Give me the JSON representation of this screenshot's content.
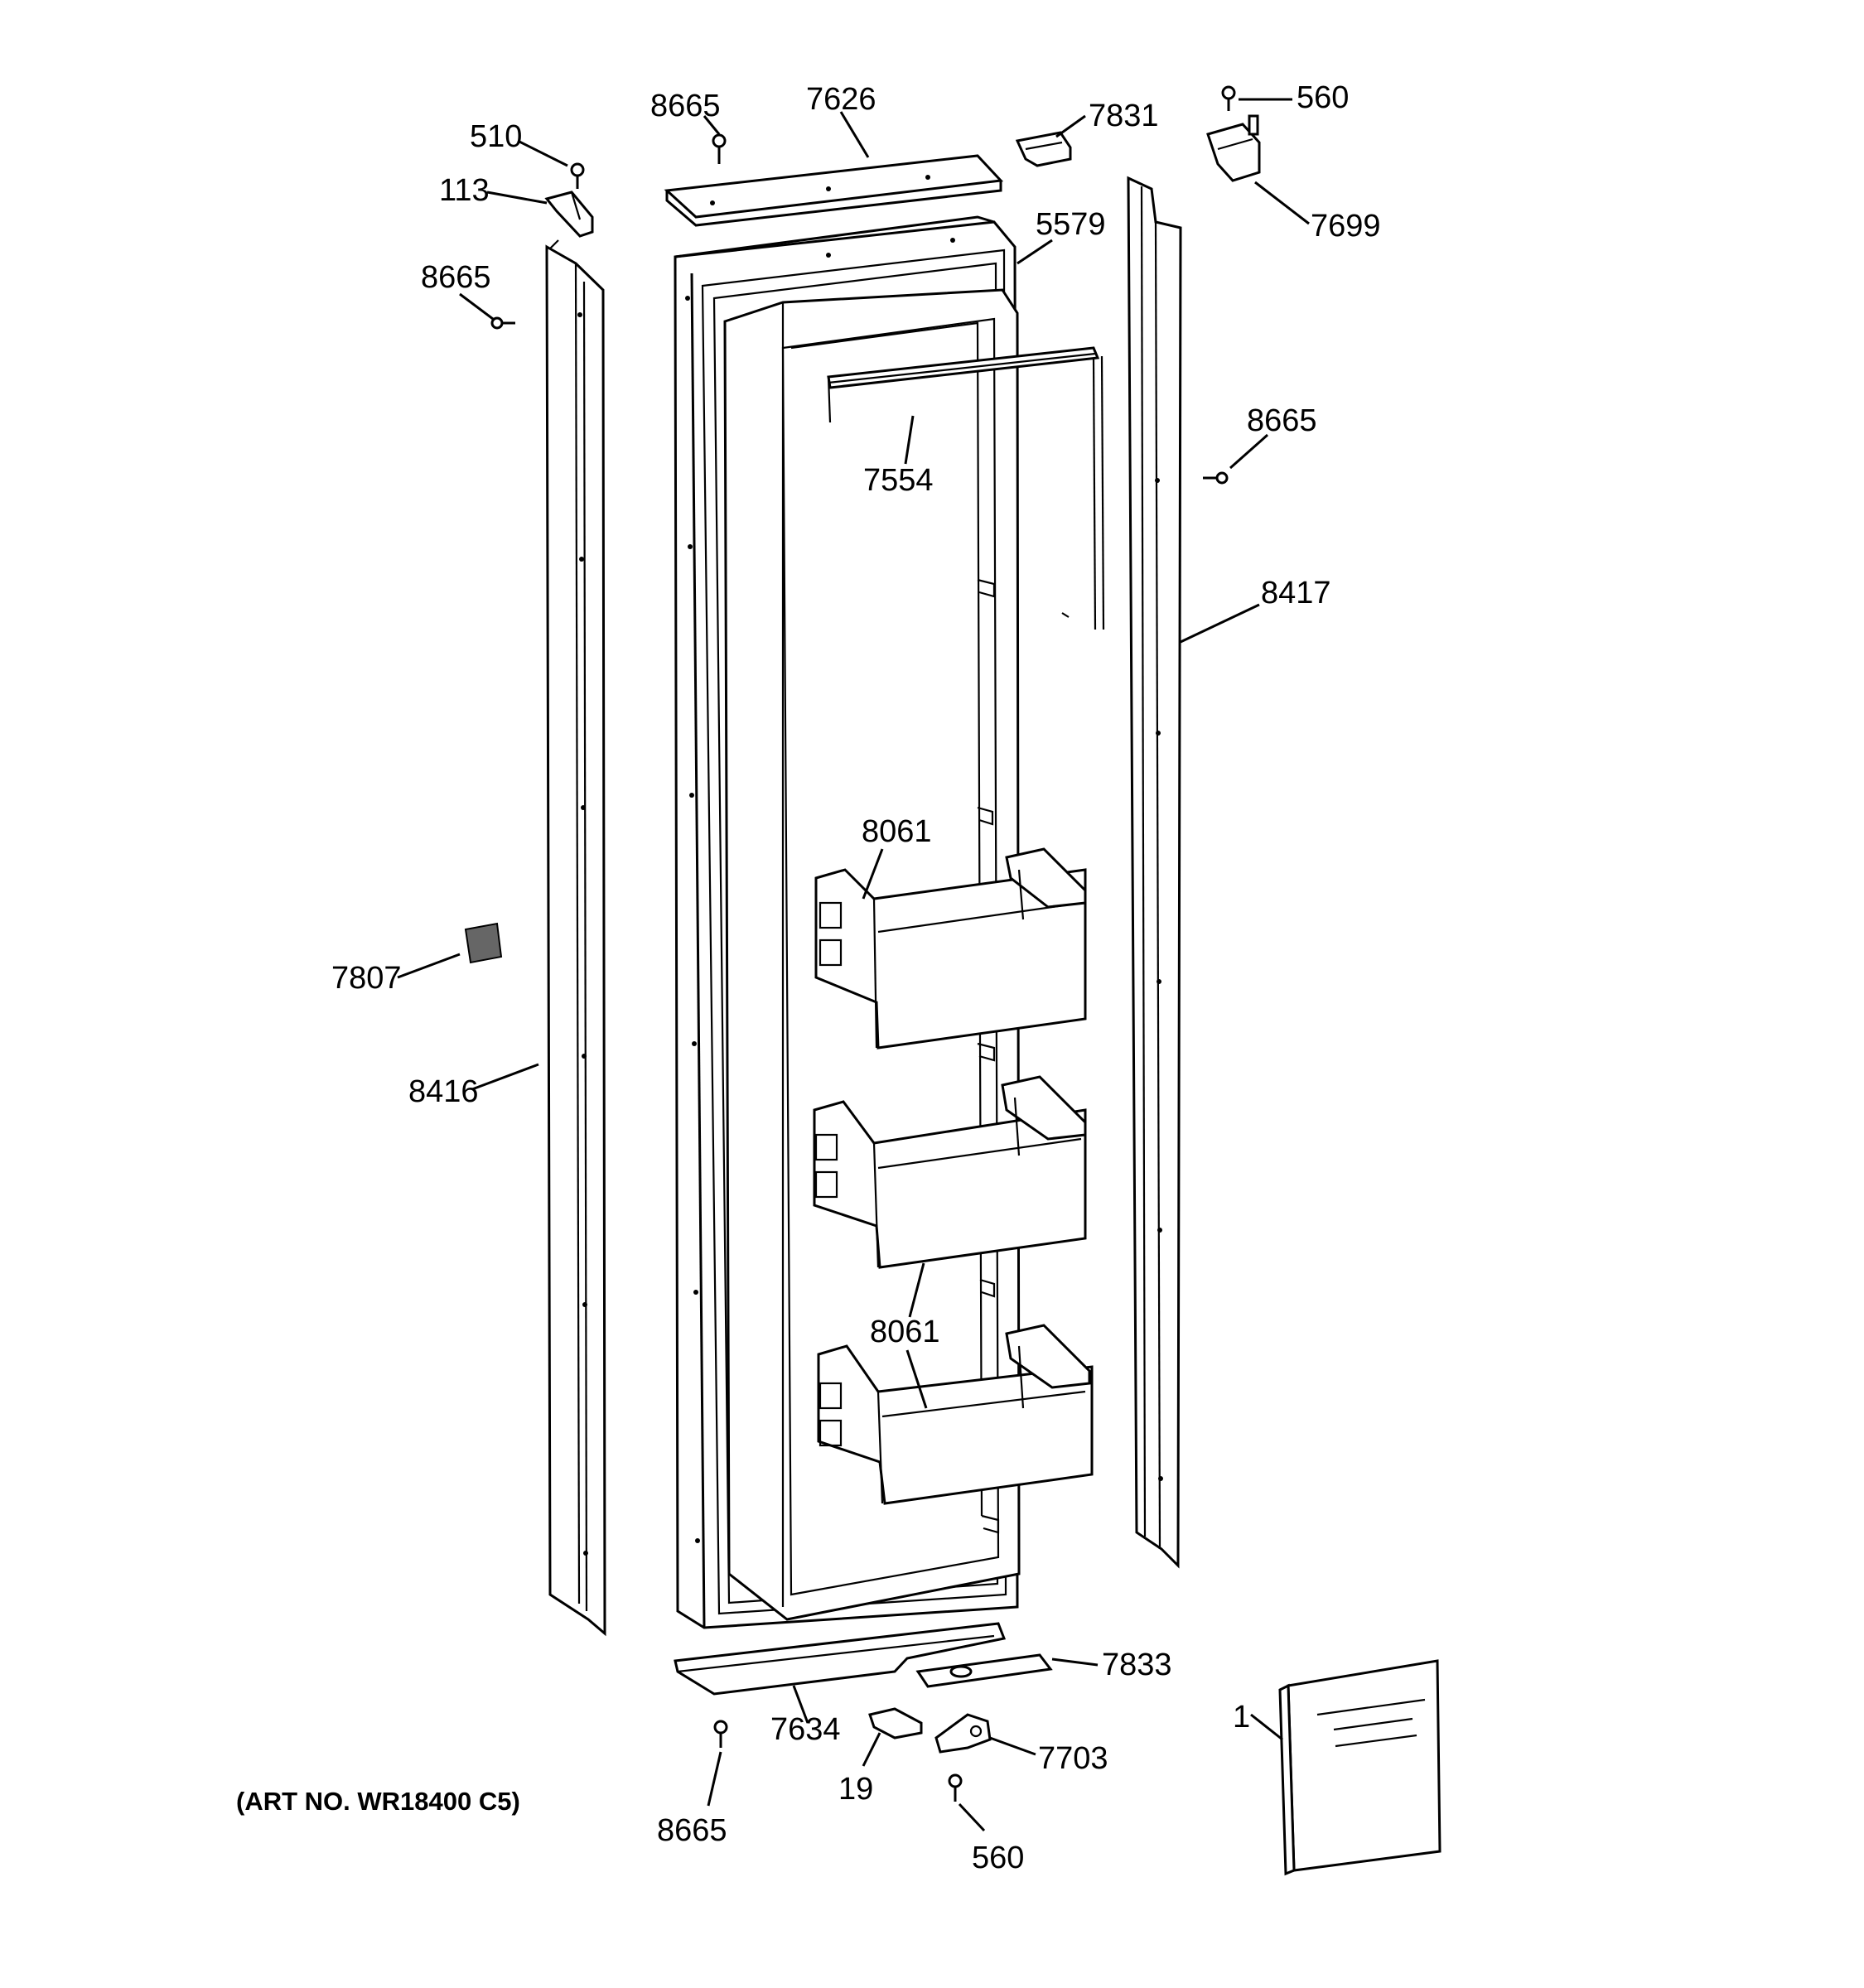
{
  "diagram": {
    "art_number": "(ART NO. WR18400 C5)",
    "callouts": {
      "c8665_top": "8665",
      "c7626": "7626",
      "c7831": "7831",
      "c560_top": "560",
      "c510": "510",
      "c113": "113",
      "c7699": "7699",
      "c5579": "5579",
      "c8665_left": "8665",
      "c7554": "7554",
      "c8665_right": "8665",
      "c8417": "8417",
      "c8061_top": "8061",
      "c7807": "7807",
      "c8416": "8416",
      "c8061_bottom": "8061",
      "c7833": "7833",
      "c1": "1",
      "c7634": "7634",
      "c7703": "7703",
      "c19": "19",
      "c8665_bottom": "8665",
      "c560_bottom": "560"
    }
  }
}
